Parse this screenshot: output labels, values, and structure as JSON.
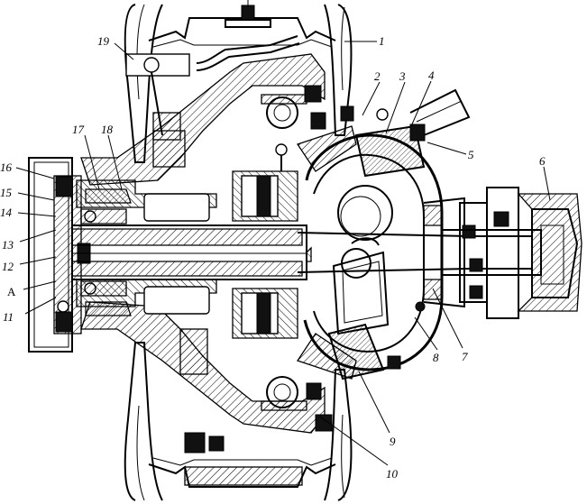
{
  "labels": {
    "l1": "1",
    "l2": "2",
    "l3": "3",
    "l4": "4",
    "l5": "5",
    "l6": "6",
    "l7": "7",
    "l8": "8",
    "l9": "9",
    "l10": "10",
    "l11": "11",
    "l12": "12",
    "l13": "13",
    "l14": "14",
    "l15": "15",
    "l16": "16",
    "l17": "17",
    "l18": "18",
    "l19": "19",
    "lA": "A"
  }
}
